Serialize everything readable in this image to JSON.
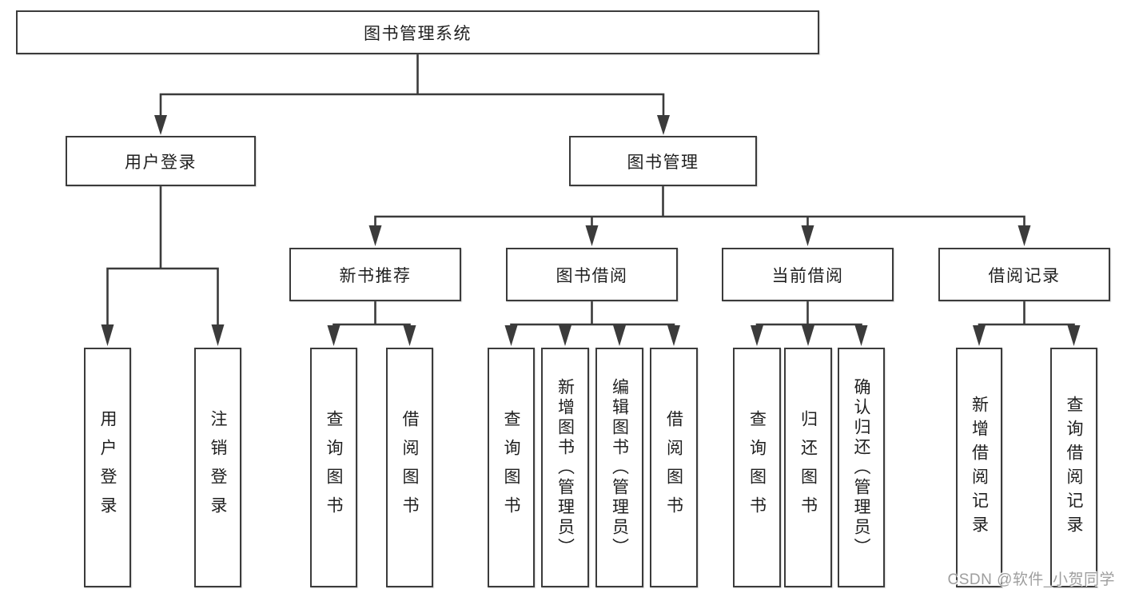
{
  "colors": {
    "line": "#3b3b3b",
    "border": "#3b3b3b",
    "text": "#1f1f1f",
    "background": "#ffffff",
    "watermark": "#9e9e9e"
  },
  "diagram": {
    "root": {
      "label": "图书管理系统"
    },
    "branches": [
      {
        "label": "用户登录",
        "children": [
          {
            "label": "用户登录"
          },
          {
            "label": "注销登录"
          }
        ]
      },
      {
        "label": "图书管理",
        "children": [
          {
            "label": "新书推荐",
            "children": [
              {
                "label": "查询图书"
              },
              {
                "label": "借阅图书"
              }
            ]
          },
          {
            "label": "图书借阅",
            "children": [
              {
                "label": "查询图书"
              },
              {
                "label": "新增图书（管理员）"
              },
              {
                "label": "编辑图书（管理员）"
              },
              {
                "label": "借阅图书"
              }
            ]
          },
          {
            "label": "当前借阅",
            "children": [
              {
                "label": "查询图书"
              },
              {
                "label": "归还图书"
              },
              {
                "label": "确认归还（管理员）"
              }
            ]
          },
          {
            "label": "借阅记录",
            "children": [
              {
                "label": "新增借阅记录"
              },
              {
                "label": "查询借阅记录"
              }
            ]
          }
        ]
      }
    ]
  },
  "watermark": {
    "text": "CSDN @软件_小贺同学"
  }
}
